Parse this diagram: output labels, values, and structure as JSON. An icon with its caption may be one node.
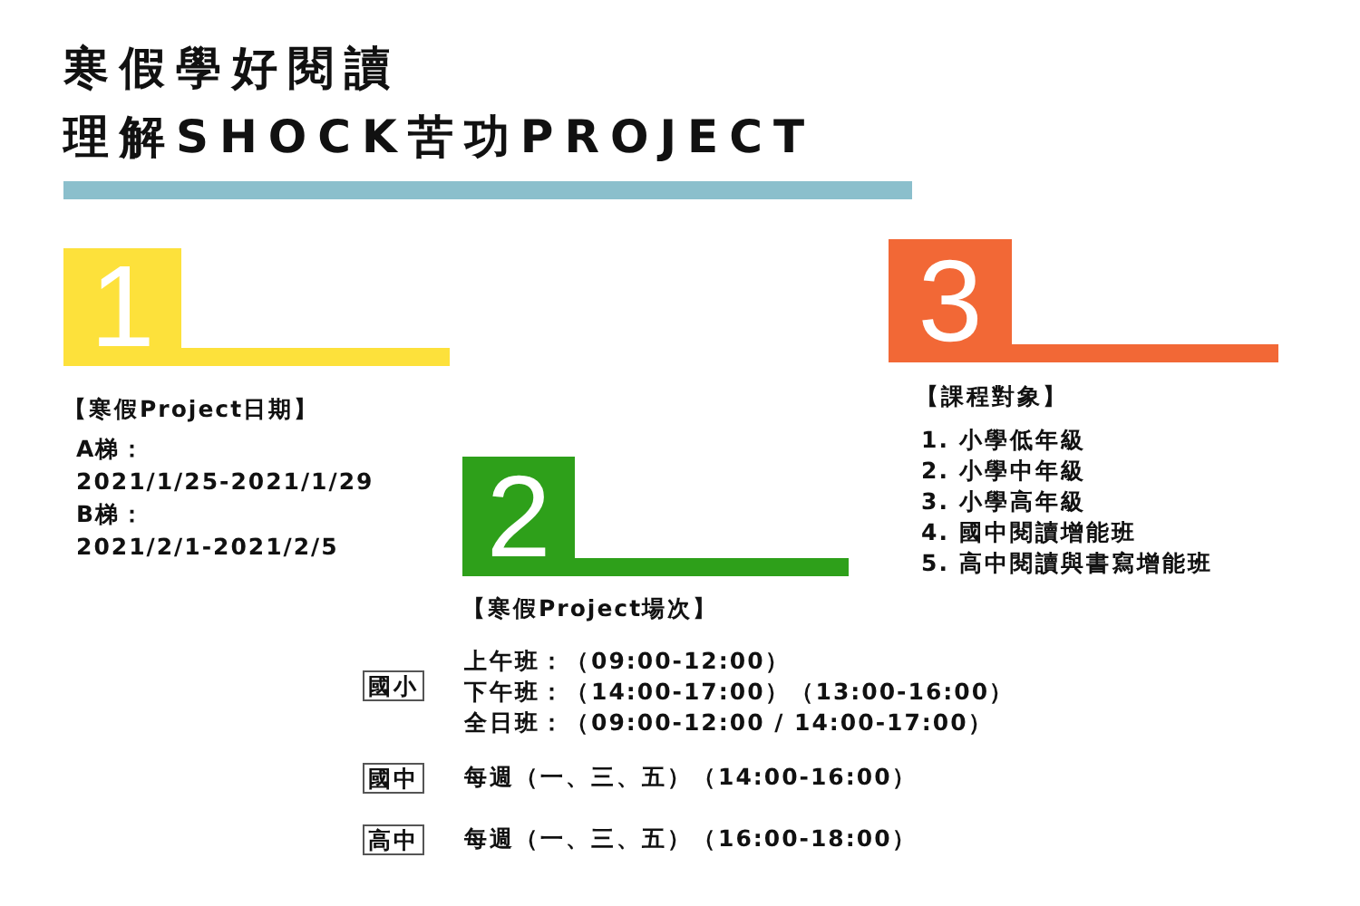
{
  "diagram": {
    "title": "寒假學好閱讀",
    "nodes": [
      {
        "text": [
          "1"
        ]
      },
      {
        "text": [
          "2"
        ]
      },
      {
        "text": [
          "3"
        ]
      },
      {
        "text": [
          "國小"
        ]
      },
      {
        "text": [
          "國中"
        ]
      },
      {
        "text": [
          "高中"
        ]
      }
    ],
    "labels": [
      "理解SHOCK苦功PROJECT",
      "【寒假Project日期】",
      "A梯：",
      "2021/1/25-2021/1/29",
      "B梯：",
      "2021/2/1-2021/2/5",
      "【寒假Project場次】",
      "上午班：（09:00-12:00）",
      "下午班：（14:00-17:00）（13:00-16:00）",
      "全日班：（09:00-12:00 / 14:00-17:00）",
      "每週（一、三、五）（14:00-16:00）",
      "每週（一、三、五）（16:00-18:00）",
      "【課程對象】",
      "1. 小學低年級",
      "2. 小學中年級",
      "3. 小學高年級",
      "4. 國中閱讀增能班",
      "5. 高中閱讀與書寫增能班"
    ]
  }
}
